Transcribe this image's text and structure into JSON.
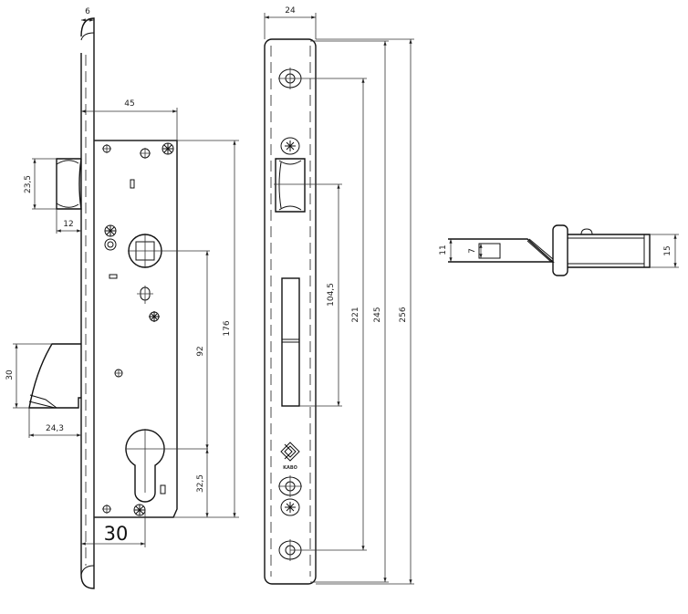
{
  "title": "Mortise lock technical drawing",
  "colors": {
    "line": "#111111",
    "background": "#ffffff"
  },
  "front_view": {
    "dims": {
      "faceplate_width": "6",
      "case_depth": "45",
      "latch_height": "23,5",
      "latch_projection": "12",
      "bolt_height": "30",
      "bolt_projection": "24,3",
      "backset": "30",
      "case_height": "176",
      "handle_to_cylinder": "92",
      "cylinder_to_bottom": "32,5"
    }
  },
  "faceplate_view": {
    "dims": {
      "width": "24",
      "latch_to_bolt": "104,5",
      "screw_spacing": "221",
      "plate_inner": "245",
      "plate_length": "256"
    },
    "logo_text": "KABO"
  },
  "side_view": {
    "dims": {
      "latch_height": "11",
      "latch_inner": "7",
      "body_height": "15"
    }
  }
}
